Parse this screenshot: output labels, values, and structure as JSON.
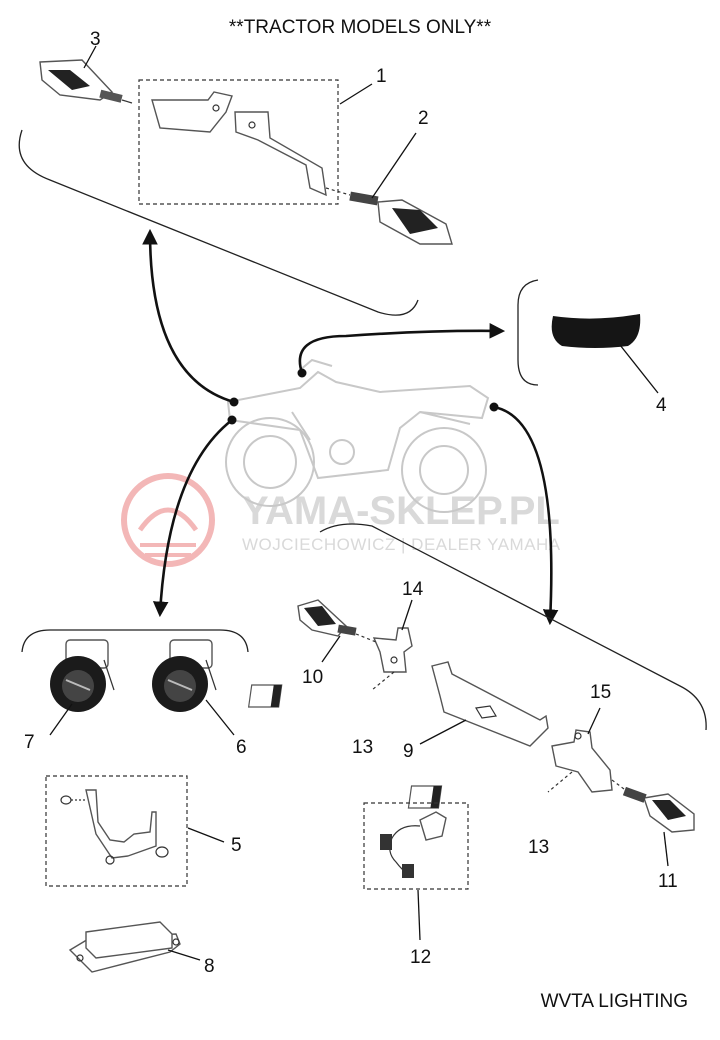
{
  "header": "**TRACTOR MODELS ONLY**",
  "footer": "WVTA LIGHTING",
  "watermark": {
    "title": "YAMA-SKLEP.PL",
    "subtitle": "WOJCIECHOWICZ | DEALER YAMAHA"
  },
  "parts": [
    {
      "ref": "1"
    },
    {
      "ref": "2"
    },
    {
      "ref": "3"
    },
    {
      "ref": "4"
    },
    {
      "ref": "5"
    },
    {
      "ref": "6"
    },
    {
      "ref": "7"
    },
    {
      "ref": "8"
    },
    {
      "ref": "9"
    },
    {
      "ref": "10"
    },
    {
      "ref": "11"
    },
    {
      "ref": "12"
    },
    {
      "ref": "13"
    },
    {
      "ref": "13"
    },
    {
      "ref": "14"
    },
    {
      "ref": "15"
    }
  ]
}
